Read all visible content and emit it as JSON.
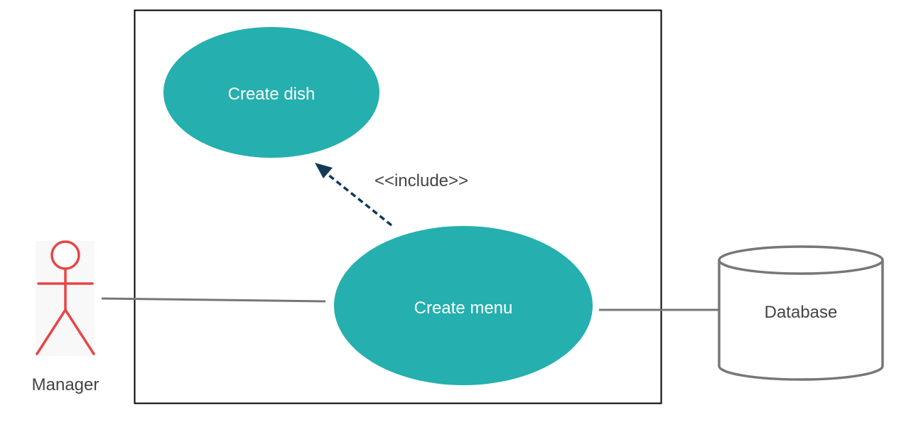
{
  "use_cases": {
    "create_dish": {
      "label": "Create dish"
    },
    "create_menu": {
      "label": "Create menu"
    }
  },
  "relationships": {
    "include": {
      "label": "<<include>>"
    }
  },
  "actor": {
    "label": "Manager"
  },
  "datastore": {
    "label": "Database"
  },
  "colors": {
    "use_case_fill": "#25AFAF",
    "use_case_text": "#ffffff",
    "actor_stroke": "#E84545",
    "include_arrow": "#133A57",
    "association_line": "#777777",
    "database_stroke": "#777777",
    "system_boundary": "#000000",
    "label_text": "#444444"
  },
  "icons": {
    "actor": "stick-figure-icon",
    "datastore": "database-cylinder-icon"
  }
}
